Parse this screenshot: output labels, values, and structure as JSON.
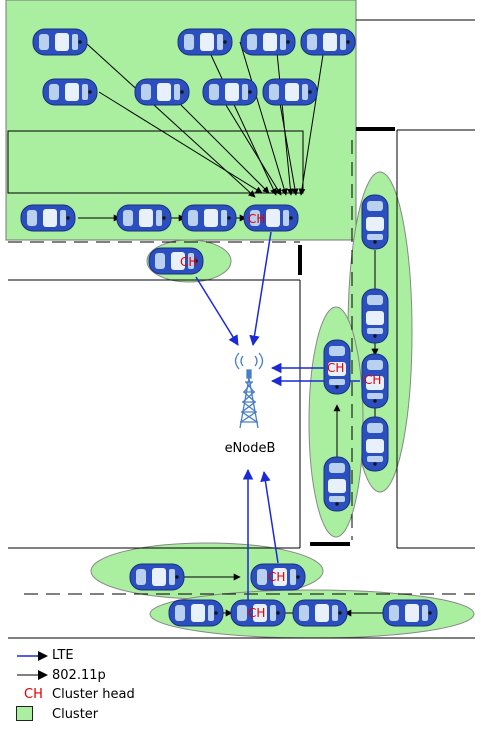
{
  "station": {
    "label": "eNodeB"
  },
  "car": {
    "ch_label": "CH"
  },
  "legend": {
    "lte": "LTE",
    "wifi": "802.11p",
    "ch_symbol": "CH",
    "ch": "Cluster head",
    "cluster": "Cluster"
  },
  "colors": {
    "cluster_fill": "#aaeea0",
    "lte_arrow": "#1a2ad8",
    "wifi_arrow": "#000000",
    "ch_text": "#e00000",
    "car_body": "#2c4fc0"
  }
}
